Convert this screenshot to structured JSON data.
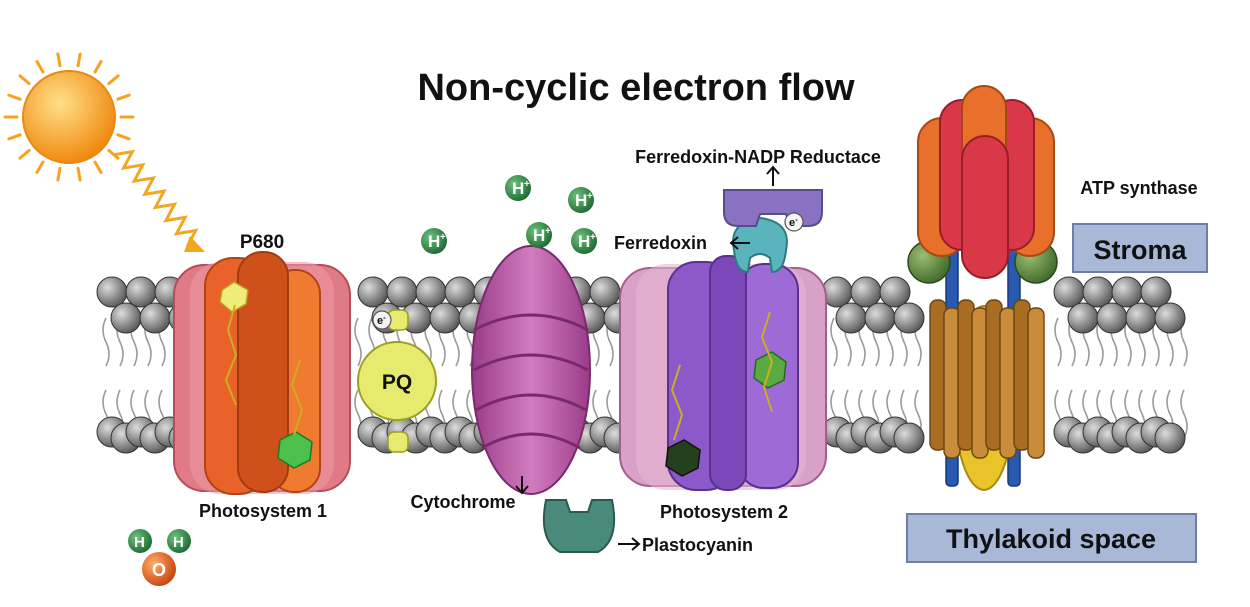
{
  "title": "Non-cyclic electron flow",
  "labels": {
    "p680": "P680",
    "photosystem1": "Photosystem 1",
    "photosystem2": "Photosystem 2",
    "pq": "PQ",
    "cytochrome": "Cytochrome",
    "plastocyanin": "Plastocyanin",
    "ferredoxin": "Ferredoxin",
    "fnr": "Ferredoxin-NADP Reductace",
    "atp_synthase": "ATP synthase",
    "stroma": "Stroma",
    "thylakoid_space": "Thylakoid space",
    "electron": "e",
    "electron_sup": "-",
    "proton": "H",
    "proton_sup": "+",
    "hydrogen": "H",
    "oxygen": "O"
  },
  "colors": {
    "sun": "#f6a21e",
    "ps1_body": "#e8622a",
    "ps1_outer": "#e07a86",
    "pq": "#e6ea6e",
    "cytochrome": "#c05aa8",
    "ps2_body": "#8c5ac8",
    "ps2_outer": "#d9a0c8",
    "ferredoxin": "#5ab4bc",
    "fnr": "#8a72c2",
    "plastocyanin": "#4a8a7c",
    "atp_top_red": "#d83848",
    "atp_top_orange": "#e8702a",
    "atp_base": "#b57a2c",
    "proton": "#2e8a44",
    "oxygen": "#e0581e",
    "box_fill": "#aab8d8"
  }
}
